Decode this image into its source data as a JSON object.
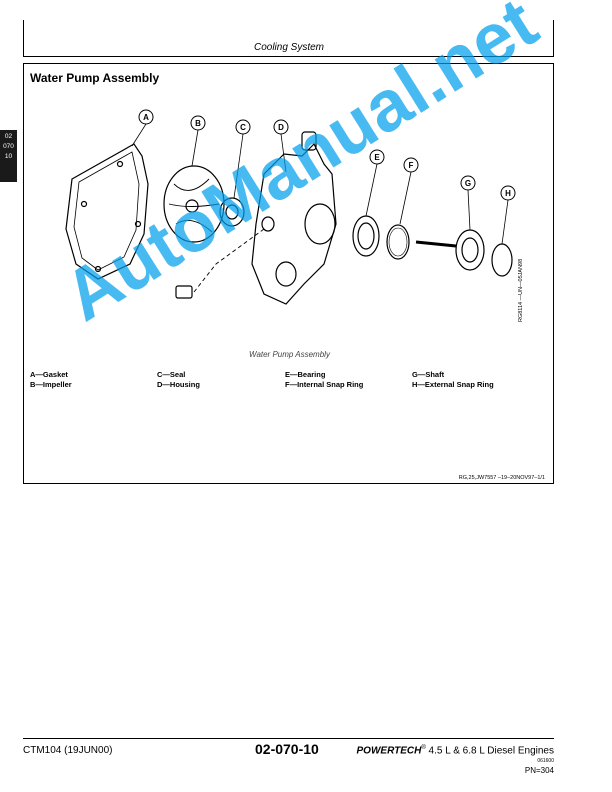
{
  "header": {
    "title": "Cooling System"
  },
  "side_tab": {
    "line1": "02",
    "line2": "070",
    "line3": "10"
  },
  "section": {
    "title": "Water Pump Assembly",
    "figure_caption": "Water Pump Assembly",
    "vertical_code": "RG8114  —UN—05JAN98",
    "doc_ref": "RG,25,JW7557   –19–20NOV97–1/1"
  },
  "callouts": [
    "A",
    "B",
    "C",
    "D",
    "E",
    "F",
    "G",
    "H"
  ],
  "legend": [
    {
      "text": "A—Gasket"
    },
    {
      "text": "B—Impeller"
    },
    {
      "text": "C—Seal"
    },
    {
      "text": "D—Housing"
    },
    {
      "text": "E—Bearing"
    },
    {
      "text": "F—Internal Snap Ring"
    },
    {
      "text": "G—Shaft"
    },
    {
      "text": "H—External Snap Ring"
    }
  ],
  "watermark": "AutoManual.net",
  "footer": {
    "left": "CTM104 (19JUN00)",
    "center": "02-070-10",
    "brand": "POWERTECH",
    "brand_mark": "®",
    "right_text": " 4.5 L & 6.8 L Diesel Engines",
    "date_code": "061600",
    "page": "PN=304"
  },
  "colors": {
    "watermark": "#00a0eb",
    "tab": "#1a1a1a"
  }
}
